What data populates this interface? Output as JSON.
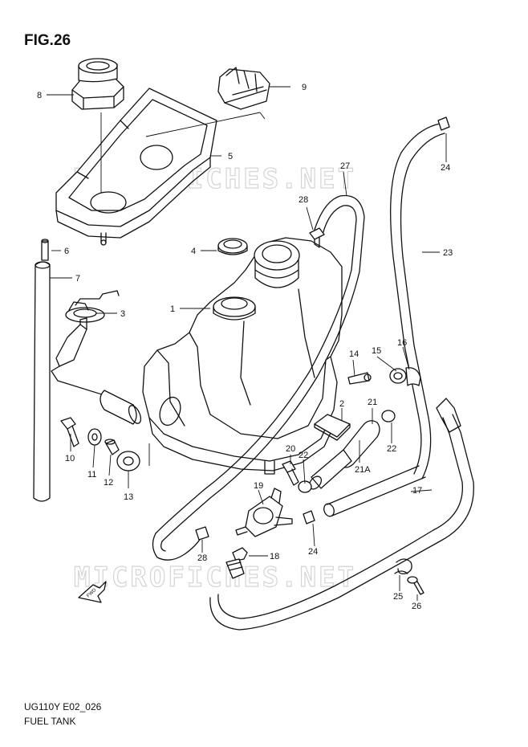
{
  "figure": {
    "title": "FIG.26",
    "model_code": "UG110Y E02_026",
    "section_name": "FUEL TANK",
    "watermark": "MICROFICHES.NET",
    "direction_marker": "FWD"
  },
  "callouts": [
    {
      "id": "c1",
      "text": "1"
    },
    {
      "id": "c2",
      "text": "2"
    },
    {
      "id": "c3",
      "text": "3"
    },
    {
      "id": "c4",
      "text": "4"
    },
    {
      "id": "c5",
      "text": "5"
    },
    {
      "id": "c6",
      "text": "6"
    },
    {
      "id": "c7",
      "text": "7"
    },
    {
      "id": "c8",
      "text": "8"
    },
    {
      "id": "c9",
      "text": "9"
    },
    {
      "id": "c10",
      "text": "10"
    },
    {
      "id": "c11",
      "text": "11"
    },
    {
      "id": "c12",
      "text": "12"
    },
    {
      "id": "c13",
      "text": "13"
    },
    {
      "id": "c14",
      "text": "14"
    },
    {
      "id": "c15",
      "text": "15"
    },
    {
      "id": "c16",
      "text": "16"
    },
    {
      "id": "c17",
      "text": "17"
    },
    {
      "id": "c18",
      "text": "18"
    },
    {
      "id": "c19",
      "text": "19"
    },
    {
      "id": "c20",
      "text": "20"
    },
    {
      "id": "c21",
      "text": "21"
    },
    {
      "id": "c21a",
      "text": "21A"
    },
    {
      "id": "c22a",
      "text": "22"
    },
    {
      "id": "c22b",
      "text": "22"
    },
    {
      "id": "c23",
      "text": "23"
    },
    {
      "id": "c24a",
      "text": "24"
    },
    {
      "id": "c24b",
      "text": "24"
    },
    {
      "id": "c25",
      "text": "25"
    },
    {
      "id": "c26",
      "text": "26"
    },
    {
      "id": "c27",
      "text": "27"
    },
    {
      "id": "c28a",
      "text": "28"
    },
    {
      "id": "c28b",
      "text": "28"
    }
  ]
}
